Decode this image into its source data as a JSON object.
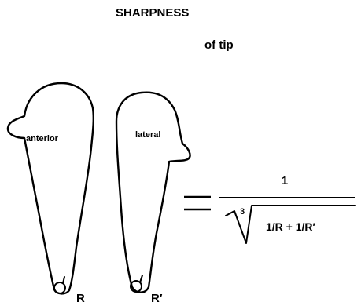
{
  "title_line1": "SHARPNESS",
  "title_line2": "of tip",
  "tooth_left": {
    "label": "anterior",
    "radius_label": "R"
  },
  "tooth_right": {
    "label": "lateral",
    "radius_label": "R′"
  },
  "equation": {
    "equals": "=",
    "numerator": "1",
    "root_index": "3",
    "radicand": "1/R + 1/R′"
  }
}
